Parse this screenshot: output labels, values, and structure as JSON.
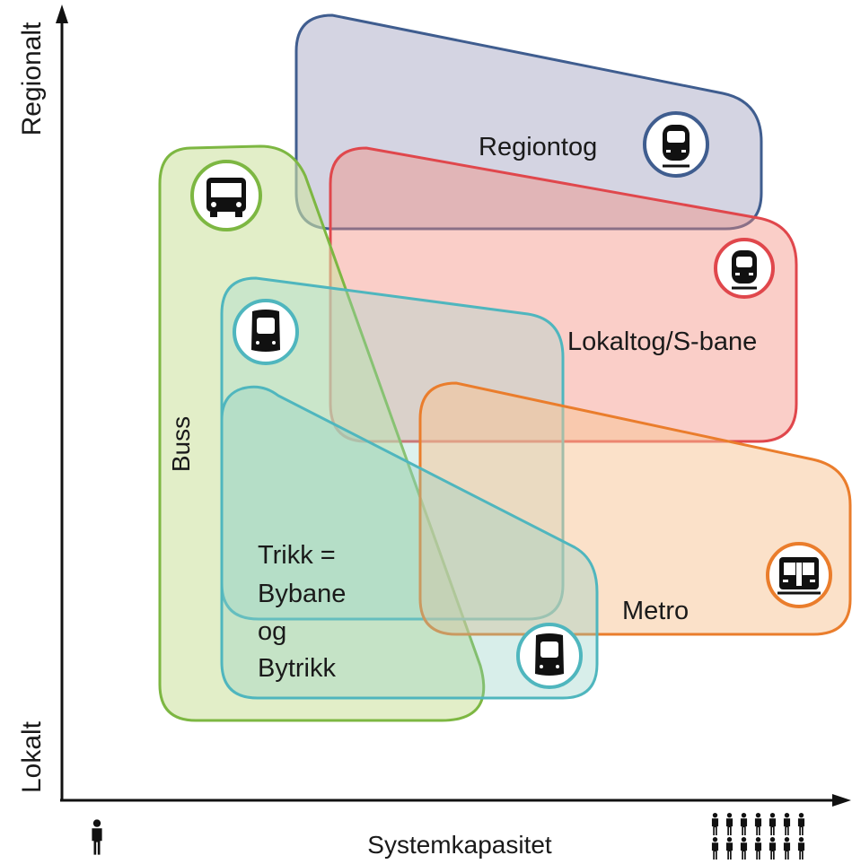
{
  "axes": {
    "y_top_label": "Regionalt",
    "y_bottom_label": "Lokalt",
    "x_label": "Systemkapasitet"
  },
  "regions": {
    "regiontog": {
      "label": "Regiontog",
      "stroke": "#3f5d8f",
      "fill": "#8f8fb4",
      "icon": "regional-train-icon"
    },
    "lokaltog": {
      "label": "Lokaltog/S-bane",
      "stroke": "#e0474c",
      "fill": "#f48a7c",
      "icon": "local-train-icon"
    },
    "buss": {
      "label": "Buss",
      "stroke": "#7db742",
      "fill": "#cfe3a3",
      "icon": "bus-icon"
    },
    "bybane": {
      "stroke": "#4fb6be",
      "fill": "#9fd6cf",
      "icon": "bybane-icon"
    },
    "bytrikk": {
      "label_lines": [
        "Trikk =",
        "Bybane",
        "og",
        "Bytrikk"
      ],
      "stroke": "#4fb6be",
      "fill": "#8fcfc2",
      "icon": "tram-icon"
    },
    "metro": {
      "label": "Metro",
      "stroke": "#ea7d2c",
      "fill": "#f8c394",
      "icon": "metro-icon"
    }
  }
}
